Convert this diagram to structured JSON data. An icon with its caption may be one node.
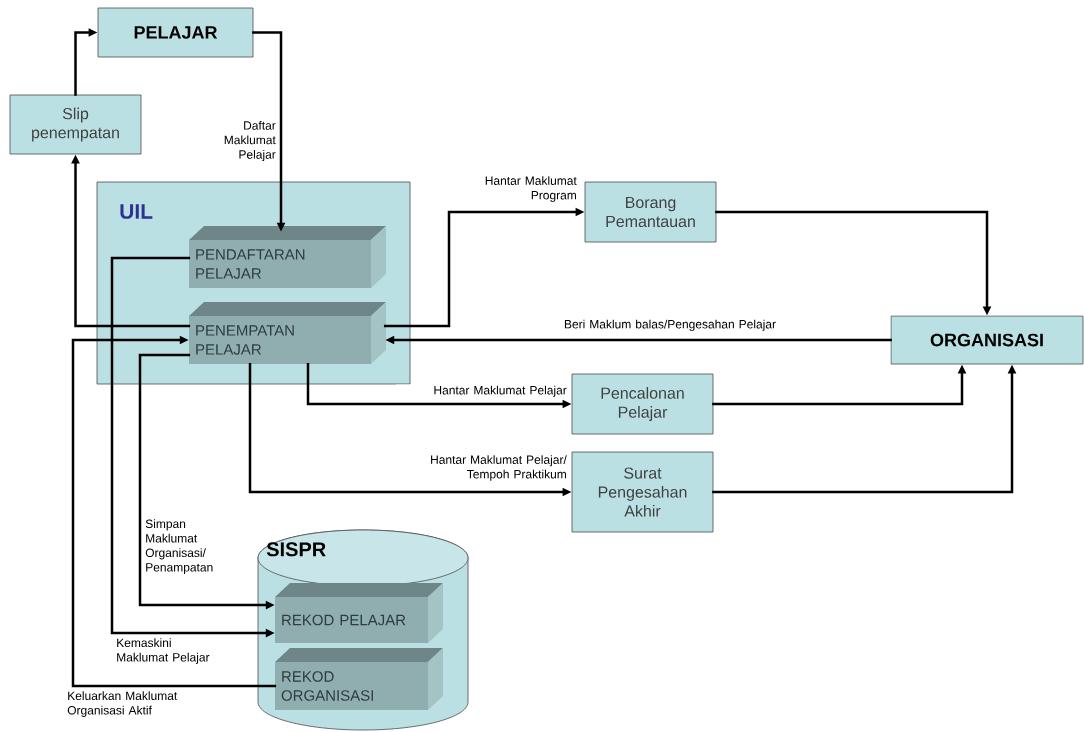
{
  "diagram": {
    "nodes": [
      {
        "text": [
          "PELAJAR"
        ]
      },
      {
        "text": [
          "Slip penempatan"
        ]
      },
      {
        "text": [
          "UIL"
        ]
      },
      {
        "text": [
          "PENDAFTARAN PELAJAR"
        ],
        "in": 2
      },
      {
        "text": [
          "PENEMPATAN PELAJAR"
        ],
        "in": 2
      },
      {
        "text": [
          "Borang Pemantauan"
        ]
      },
      {
        "text": [
          "ORGANISASI"
        ]
      },
      {
        "text": [
          "Pencalonan Pelajar"
        ]
      },
      {
        "text": [
          "Surat Pengesahan Akhir"
        ]
      },
      {
        "text": [
          "SISPR"
        ]
      },
      {
        "text": [
          "REKOD PELAJAR"
        ],
        "in": 9
      },
      {
        "text": [
          "REKOD ORGANISASI"
        ],
        "in": 9
      }
    ],
    "edges": [
      {
        "from": 1,
        "to": 0,
        "arrow": "to"
      },
      {
        "from": 0,
        "to": 3,
        "arrow": "to",
        "label": "Daftar Maklumat Pelajar"
      },
      {
        "from": 4,
        "to": 1,
        "arrow": "to"
      },
      {
        "from": 4,
        "to": 5,
        "arrow": "to",
        "label": "Hantar Maklumat Program"
      },
      {
        "from": 5,
        "to": 6,
        "arrow": "to"
      },
      {
        "from": 6,
        "to": 4,
        "arrow": "to",
        "label": "Beri Maklum balas/Pengesahan Pelajar"
      },
      {
        "from": 4,
        "to": 7,
        "arrow": "to",
        "label": "Hantar Maklumat Pelajar"
      },
      {
        "from": 4,
        "to": 8,
        "arrow": "to",
        "label": "Hantar Maklumat Pelajar/ Tempoh Praktikum"
      },
      {
        "from": 7,
        "to": 6,
        "arrow": "to"
      },
      {
        "from": 8,
        "to": 6,
        "arrow": "to"
      },
      {
        "from": 4,
        "to": 10,
        "arrow": "to",
        "label": "Simpan Maklumat Organisasi/ Penampatan"
      },
      {
        "from": 3,
        "to": 10,
        "arrow": "to",
        "label": "Kemaskini Maklumat Pelajar"
      },
      {
        "from": 11,
        "to": 4,
        "arrow": "to",
        "label": "Keluarkan Maklumat Organisasi Aktif"
      }
    ]
  }
}
